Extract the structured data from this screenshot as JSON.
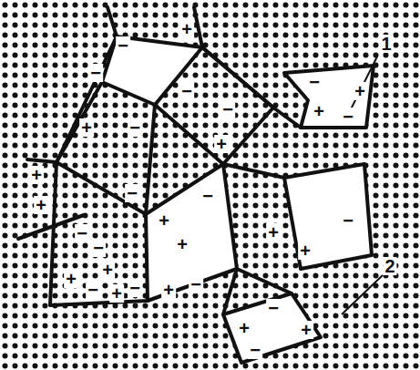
{
  "diagram": {
    "labels": [
      "+",
      "−",
      "−",
      "−",
      "−",
      "+",
      "+",
      "−",
      "+",
      "+",
      "−",
      "−",
      "+",
      "−",
      "+",
      "+",
      "−",
      "−",
      "+",
      "−",
      "+",
      "−",
      "+",
      "+",
      "+",
      "−",
      "+",
      "−",
      "+",
      "−",
      "−",
      "+",
      "+",
      "−",
      "1",
      "2"
    ]
  }
}
